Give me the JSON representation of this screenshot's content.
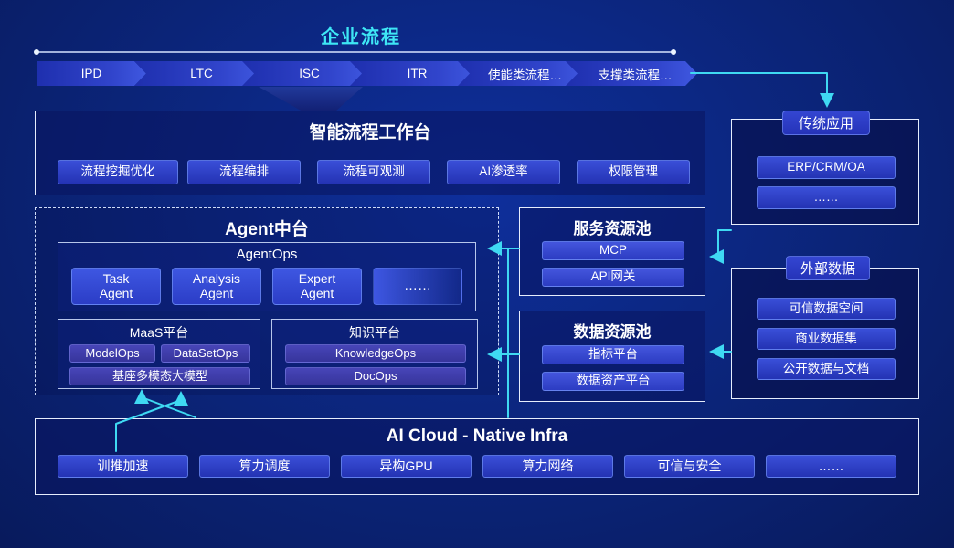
{
  "colors": {
    "accent_cyan": "#3FD9F2",
    "title_cyan": "#3EE6F5",
    "background_blue": "#0B2478",
    "chip_blue": "#3A4FD8",
    "panel_border": "#E6EDFC"
  },
  "header": {
    "title": "企业流程",
    "chevrons": [
      "IPD",
      "LTC",
      "ISC",
      "ITR",
      "使能类流程…",
      "支撑类流程…"
    ]
  },
  "workbench": {
    "title": "智能流程工作台",
    "buttons": [
      "流程挖掘优化",
      "流程编排",
      "流程可观测",
      "AI渗透率",
      "权限管理"
    ]
  },
  "agent_platform": {
    "title": "Agent中台",
    "agentops": {
      "title": "AgentOps",
      "agents": [
        "Task Agent",
        "Analysis Agent",
        "Expert Agent",
        "……"
      ]
    },
    "maas": {
      "title": "MaaS平台",
      "buttons": [
        "ModelOps",
        "DataSetOps"
      ],
      "base_model": "基座多模态大模型"
    },
    "knowledge": {
      "title": "知识平台",
      "buttons": [
        "KnowledgeOps",
        "DocOps"
      ]
    }
  },
  "service_pool": {
    "title": "服务资源池",
    "buttons": [
      "MCP",
      "API网关"
    ]
  },
  "data_pool": {
    "title": "数据资源池",
    "buttons": [
      "指标平台",
      "数据资产平台"
    ]
  },
  "legacy_apps": {
    "title": "传统应用",
    "buttons": [
      "ERP/CRM/OA",
      "……"
    ]
  },
  "external_data": {
    "title": "外部数据",
    "buttons": [
      "可信数据空间",
      "商业数据集",
      "公开数据与文档"
    ]
  },
  "infra": {
    "title": "AI Cloud - Native Infra",
    "buttons": [
      "训推加速",
      "算力调度",
      "异构GPU",
      "算力网络",
      "可信与安全",
      "……"
    ]
  }
}
